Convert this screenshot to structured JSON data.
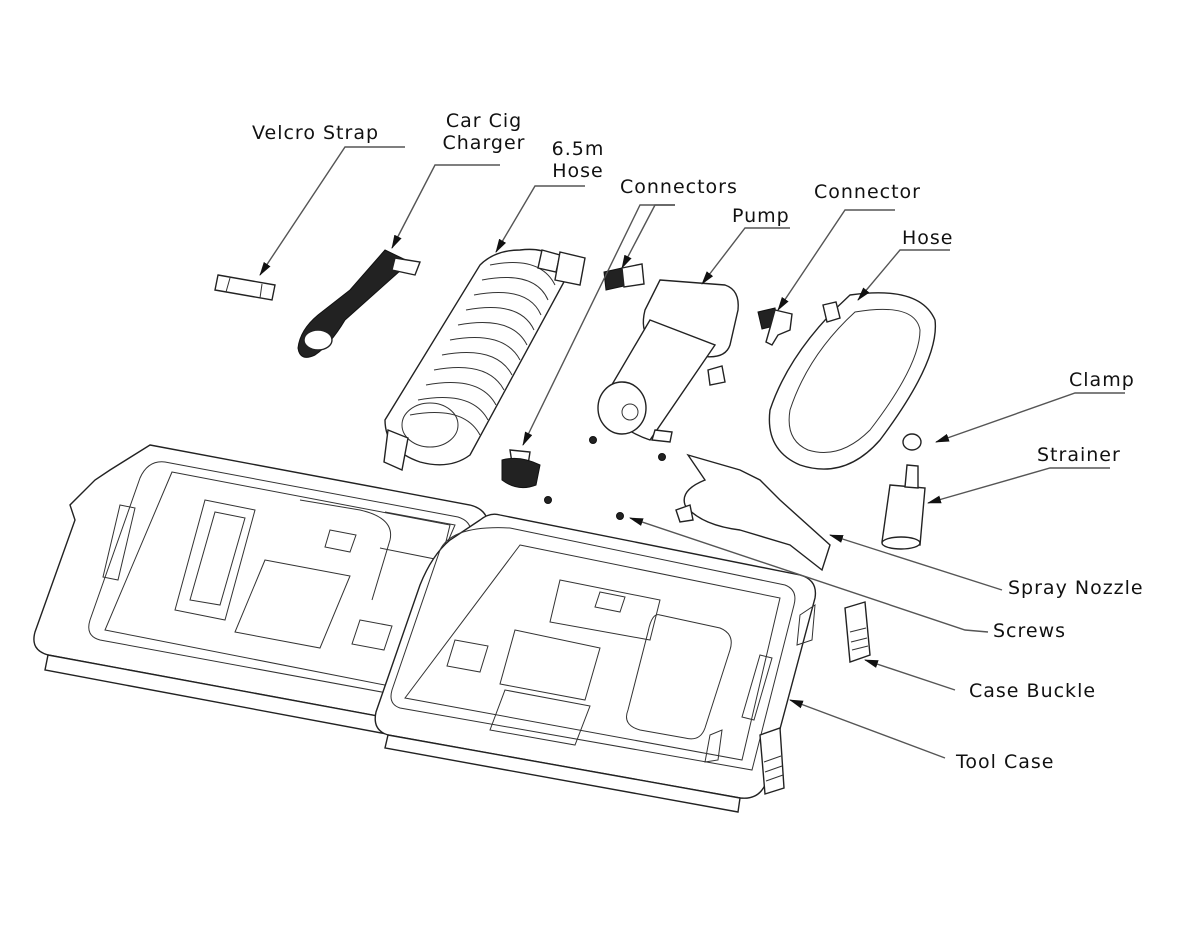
{
  "diagram": {
    "title": "Exploded view of pump kit parts",
    "labels": {
      "velcro_strap": "Velcro Strap",
      "car_cig_charger_line1": "Car Cig",
      "car_cig_charger_line2": "Charger",
      "hose_65m_line1": "6.5m",
      "hose_65m_line2": "Hose",
      "connectors": "Connectors",
      "pump": "Pump",
      "connector": "Connector",
      "hose": "Hose",
      "clamp": "Clamp",
      "strainer": "Strainer",
      "spray_nozzle": "Spray Nozzle",
      "screws": "Screws",
      "case_buckle": "Case Buckle",
      "tool_case": "Tool Case"
    },
    "colors": {
      "line": "#222222",
      "leader": "#555555",
      "background": "#ffffff"
    }
  }
}
